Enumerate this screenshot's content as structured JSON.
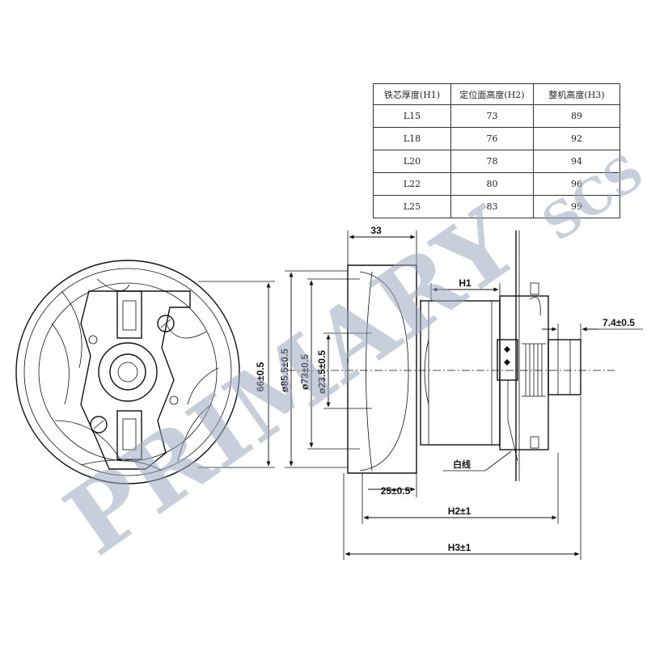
{
  "watermark": {
    "brand": "PRIMARY",
    "sub": "SCS"
  },
  "spec_table": {
    "headers": [
      "铁芯厚度(H1)",
      "定位面高度(H2)",
      "整机高度(H3)"
    ],
    "rows": [
      [
        "L15",
        "73",
        "89"
      ],
      [
        "L18",
        "76",
        "92"
      ],
      [
        "L20",
        "78",
        "94"
      ],
      [
        "L22",
        "80",
        "96"
      ],
      [
        "L25",
        "83",
        "99"
      ]
    ]
  },
  "dimensions": {
    "dim_33": "33",
    "dim_h1": "H1",
    "dim_7_4": "7.4±0.5",
    "dim_66": "66±0.5",
    "dim_85_5": "ø85.5±0.5",
    "dim_73": "ø73±0.5",
    "dim_23_5": "ø23.5±0.5",
    "dim_25": "25±0.5",
    "dim_h2": "H2±1",
    "dim_h3": "H3±1",
    "lead_label": "白线"
  }
}
